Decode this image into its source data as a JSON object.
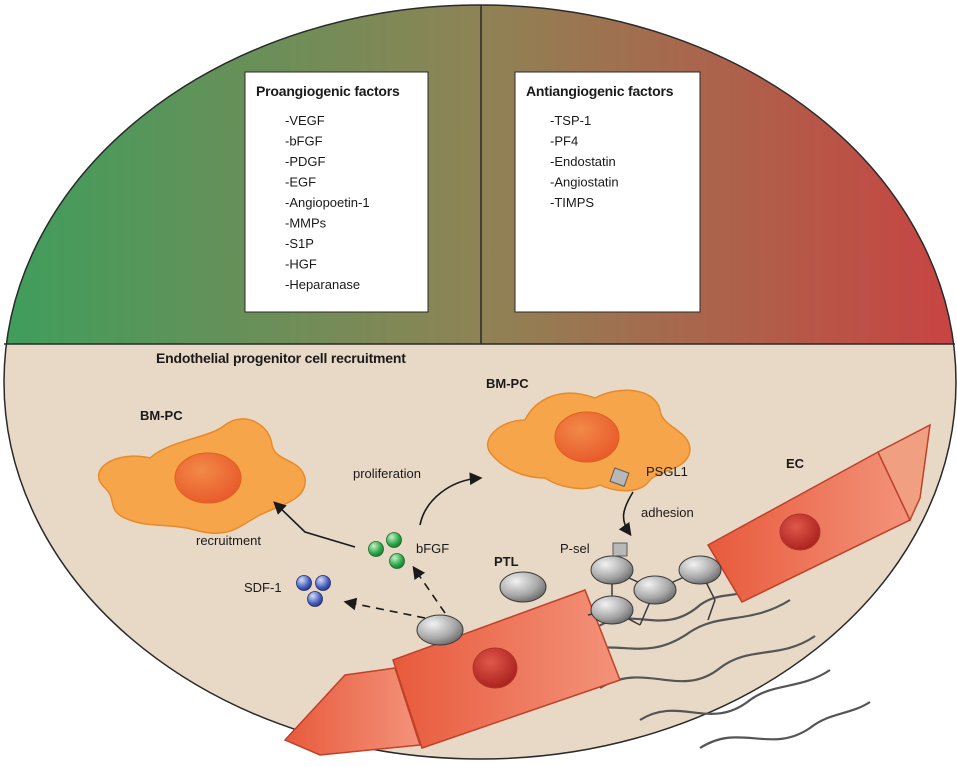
{
  "colors": {
    "pro_side": "#3e9e5c",
    "anti_side": "#c94342",
    "lower_bg": "#e8d9c6",
    "cell_orange": "#f5a54a",
    "nucleus_orange": "#f07a3a",
    "endothelial": "#ec6a48",
    "nucleus_red": "#c1302a",
    "bfgf_green": "#2eaa4a",
    "sdf_blue": "#3a4fa8",
    "receptor_gray": "#9a9a9a"
  },
  "proangiogenic": {
    "title": "Proangiogenic factors",
    "items": [
      "-VEGF",
      "-bFGF",
      "-PDGF",
      "-EGF",
      "-Angiopoetin-1",
      "-MMPs",
      "-S1P",
      "-HGF",
      "-Heparanase"
    ]
  },
  "antiangiogenic": {
    "title": "Antiangiogenic factors",
    "items": [
      "-TSP-1",
      "-PF4",
      "-Endostatin",
      "-Angiostatin",
      "-TIMPS"
    ]
  },
  "lower": {
    "title": "Endothelial progenitor cell recruitment",
    "bmpc_left": "BM-PC",
    "bmpc_right": "BM-PC",
    "proliferation": "proliferation",
    "recruitment": "recruitment",
    "bfgf": "bFGF",
    "sdf1": "SDF-1",
    "ptl": "PTL",
    "psgl1": "PSGL1",
    "adhesion": "adhesion",
    "psel": "P-sel",
    "ec": "EC"
  }
}
